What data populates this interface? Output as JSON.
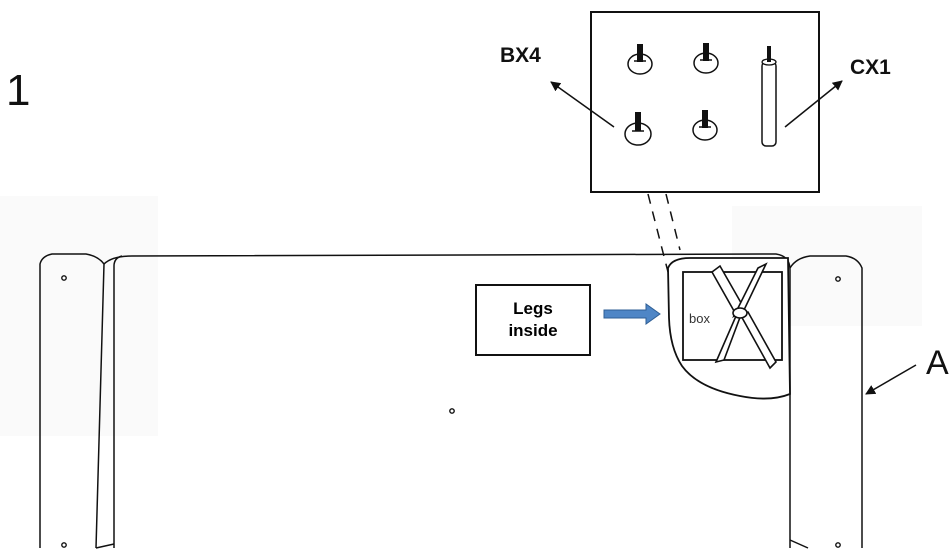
{
  "step_number": "1",
  "inset_labels": {
    "bx": "BX4",
    "cx": "CX1"
  },
  "panel_label": "A",
  "callout": {
    "line1": "Legs",
    "line2": "inside"
  },
  "box_label": "box",
  "colors": {
    "line": "#111111",
    "arrow_fill": "#4f86c6",
    "arrow_stroke": "#2f5f95"
  }
}
